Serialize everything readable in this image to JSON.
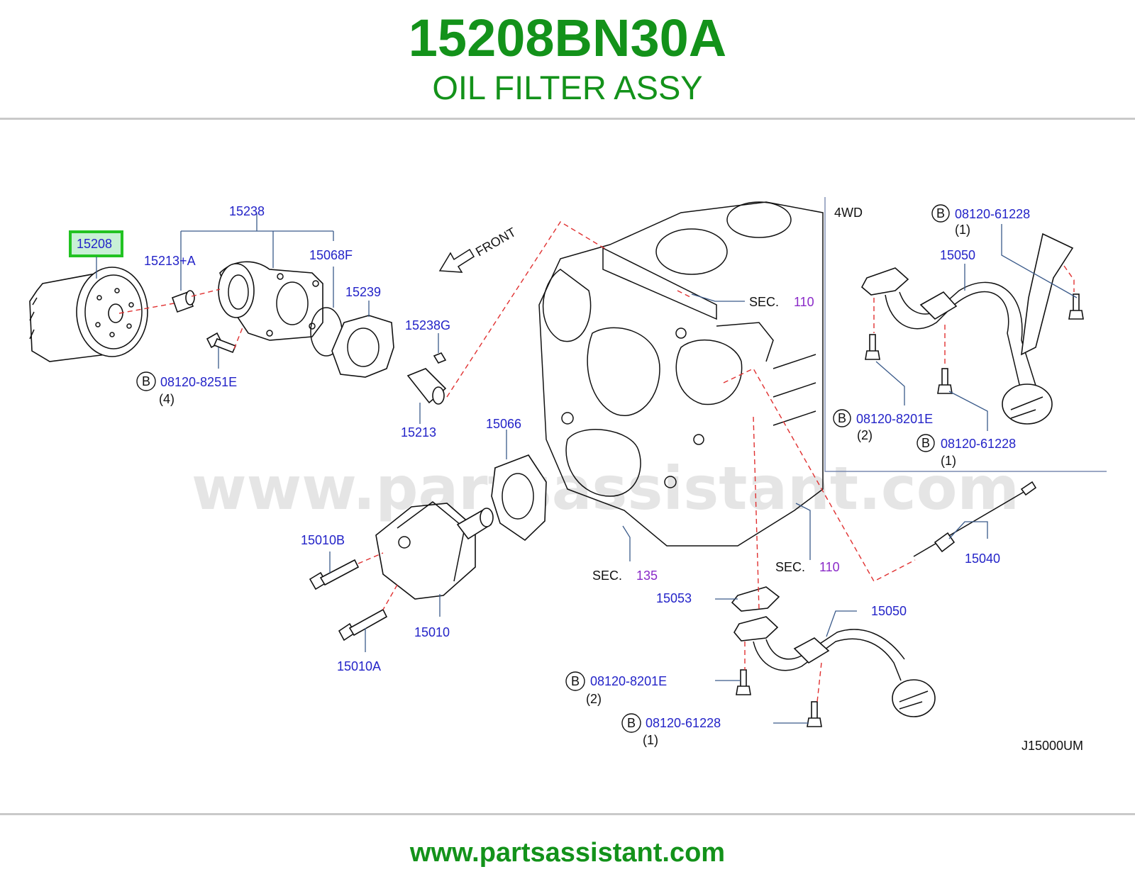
{
  "header": {
    "part_number": "15208BN30A",
    "part_name": "OIL FILTER ASSY"
  },
  "footer": {
    "url": "www.partsassistant.com"
  },
  "watermark": "www.partsassistant.com",
  "diagram": {
    "highlighted_callout": "15208",
    "callouts": {
      "c15238": "15238",
      "c15213a": "15213+A",
      "c15068f": "15068F",
      "c15239": "15239",
      "c15238g": "15238G",
      "c15213": "15213",
      "c08120_8251e": "08120-8251E",
      "q4": "(4)",
      "front": "FRONT",
      "c15066": "15066",
      "c15010b": "15010B",
      "c15010": "15010",
      "c15010a": "15010A",
      "c15053": "15053",
      "c15050_main": "15050",
      "c08120_8201e_main": "08120-8201E",
      "q2_main": "(2)",
      "c08120_61228_main": "08120-61228",
      "q1_main": "(1)",
      "c15040": "15040",
      "sec": "SEC.",
      "sec110": "110",
      "sec135": "135",
      "diagram_code": "J15000UM",
      "b": "B"
    },
    "inset": {
      "label": "4WD",
      "c08120_61228_top": "08120-61228",
      "q1_top": "(1)",
      "c15050": "15050",
      "c08120_8201e": "08120-8201E",
      "q2": "(2)",
      "c08120_61228_bot": "08120-61228",
      "q1_bot": "(1)"
    }
  },
  "colors": {
    "brand_green": "#13921a",
    "callout_blue": "#2323c8",
    "section_purple": "#8a2ac8",
    "dash_red": "#e03030",
    "highlight_green": "#22c322"
  }
}
